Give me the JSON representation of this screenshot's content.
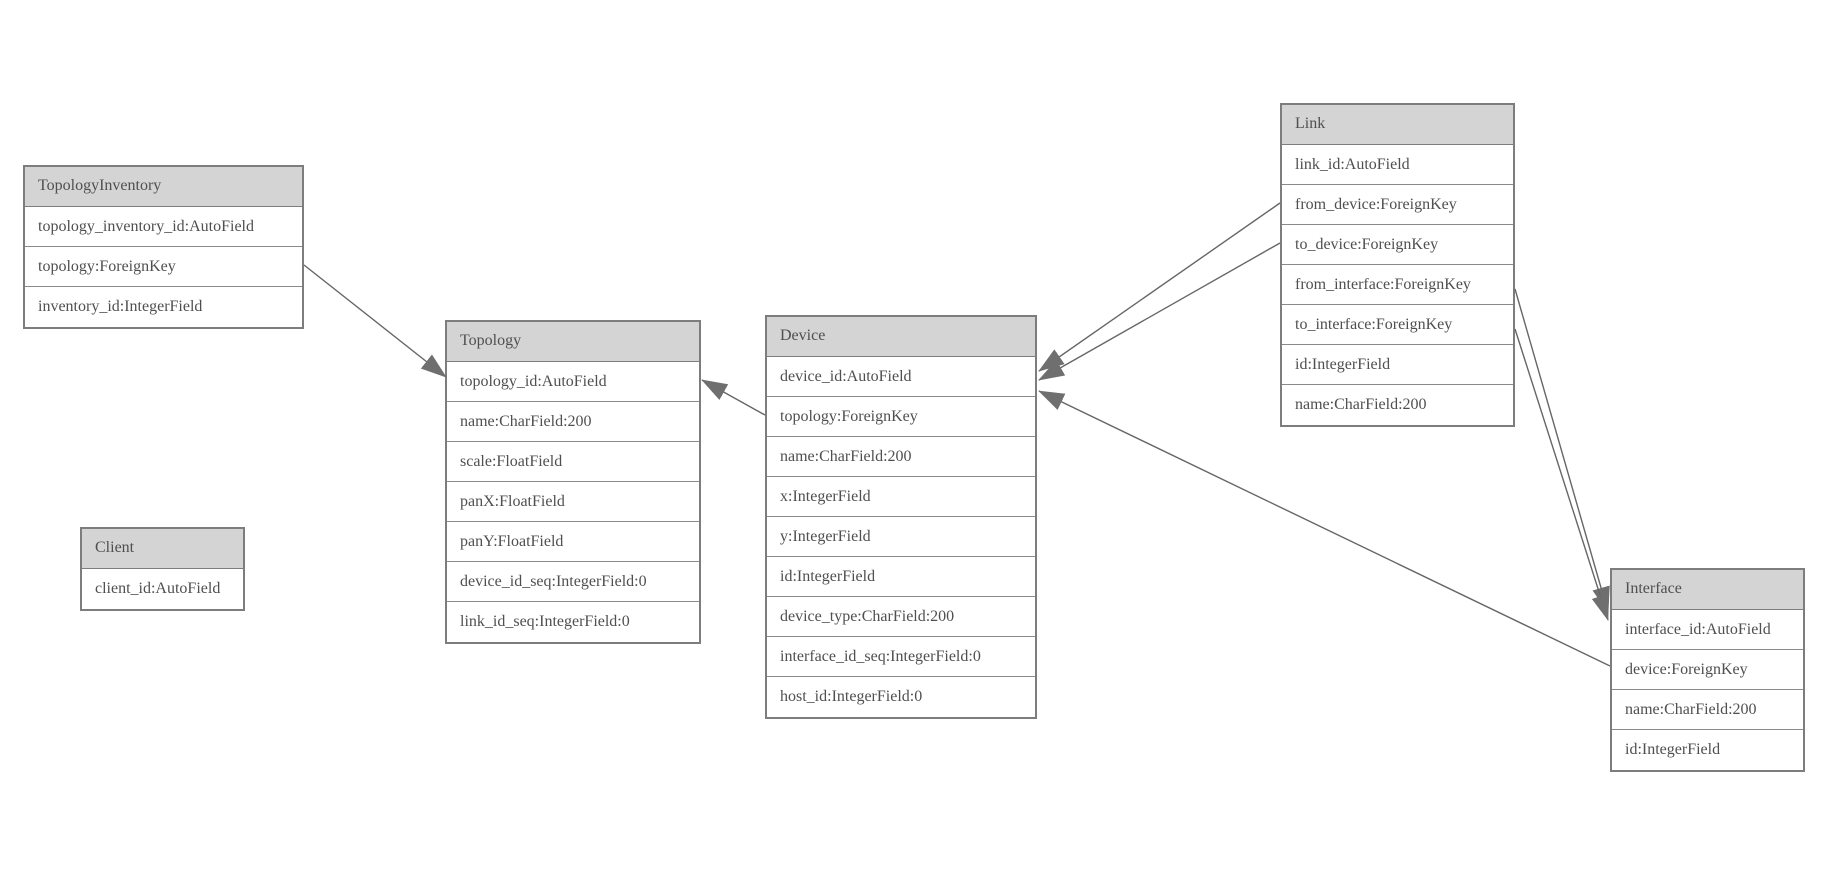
{
  "diagram": {
    "type": "entity-relationship-model",
    "background": "#ffffff"
  },
  "colors": {
    "header_fill": "#d4d4d4",
    "border": "#7d7d7d",
    "text": "#4f4f4f",
    "line": "#666666",
    "arrow": "#6f6f6f"
  },
  "entities": [
    {
      "name": "TopologyInventory",
      "fields": [
        "topology_inventory_id:AutoField",
        "topology:ForeignKey",
        "inventory_id:IntegerField"
      ]
    },
    {
      "name": "Topology",
      "fields": [
        "topology_id:AutoField",
        "name:CharField:200",
        "scale:FloatField",
        "panX:FloatField",
        "panY:FloatField",
        "device_id_seq:IntegerField:0",
        "link_id_seq:IntegerField:0"
      ]
    },
    {
      "name": "Client",
      "fields": [
        "client_id:AutoField"
      ]
    },
    {
      "name": "Device",
      "fields": [
        "device_id:AutoField",
        "topology:ForeignKey",
        "name:CharField:200",
        "x:IntegerField",
        "y:IntegerField",
        "id:IntegerField",
        "device_type:CharField:200",
        "interface_id_seq:IntegerField:0",
        "host_id:IntegerField:0"
      ]
    },
    {
      "name": "Link",
      "fields": [
        "link_id:AutoField",
        "from_device:ForeignKey",
        "to_device:ForeignKey",
        "from_interface:ForeignKey",
        "to_interface:ForeignKey",
        "id:IntegerField",
        "name:CharField:200"
      ]
    },
    {
      "name": "Interface",
      "fields": [
        "interface_id:AutoField",
        "device:ForeignKey",
        "name:CharField:200",
        "id:IntegerField"
      ]
    }
  ],
  "relationships": [
    {
      "from": "TopologyInventory.topology",
      "to": "Topology"
    },
    {
      "from": "Device.topology",
      "to": "Topology"
    },
    {
      "from": "Link.from_device",
      "to": "Device"
    },
    {
      "from": "Link.to_device",
      "to": "Device"
    },
    {
      "from": "Link.from_interface",
      "to": "Interface"
    },
    {
      "from": "Link.to_interface",
      "to": "Interface"
    },
    {
      "from": "Interface.device",
      "to": "Device"
    }
  ]
}
